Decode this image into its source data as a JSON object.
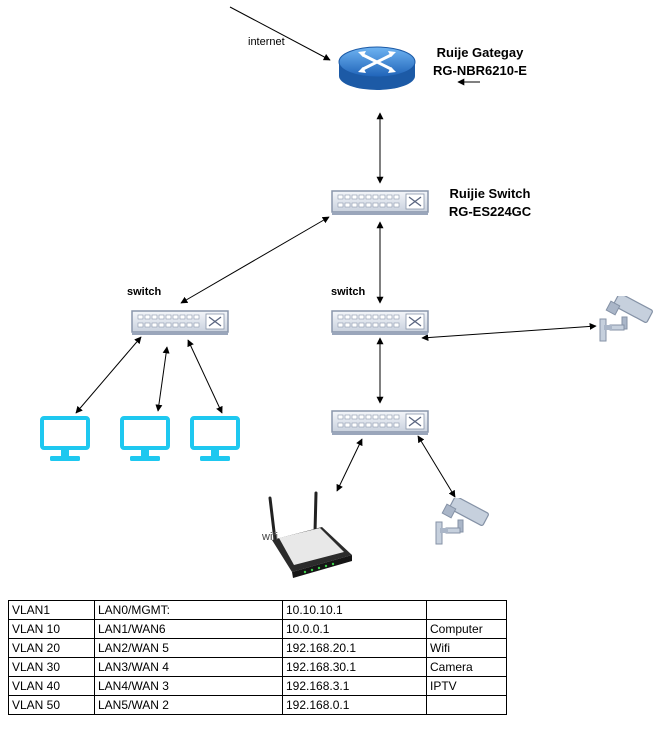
{
  "labels": {
    "internet": "internet",
    "gateway_line1": "Ruije Gategay",
    "gateway_line2": "RG-NBR6210-E",
    "core_switch_line1": "Ruijie Switch",
    "core_switch_line2": "RG-ES224GC",
    "switch_left": "switch",
    "switch_right": "switch",
    "wifi": "wifi"
  },
  "colors": {
    "monitor": "#1ec8f0",
    "router": "#2f7fd1",
    "switch_body": "#dde3ee",
    "camera": "#bcc8d8"
  },
  "icons": {
    "router": "router-icon",
    "switch": "switch-icon",
    "monitor": "monitor-icon",
    "camera": "security-camera-icon",
    "wifi_router": "wireless-router-icon"
  },
  "table": {
    "rows": [
      [
        "VLAN1",
        "LAN0/MGMT:",
        "10.10.10.1",
        ""
      ],
      [
        "VLAN 10",
        "LAN1/WAN6",
        "10.0.0.1",
        "Computer"
      ],
      [
        "VLAN 20",
        "LAN2/WAN 5",
        "192.168.20.1",
        "Wifi"
      ],
      [
        "VLAN 30",
        "LAN3/WAN 4",
        "192.168.30.1",
        "Camera"
      ],
      [
        "VLAN 40",
        "LAN4/WAN 3",
        "192.168.3.1",
        "IPTV"
      ],
      [
        "VLAN 50",
        "LAN5/WAN 2",
        "192.168.0.1",
        ""
      ]
    ]
  }
}
